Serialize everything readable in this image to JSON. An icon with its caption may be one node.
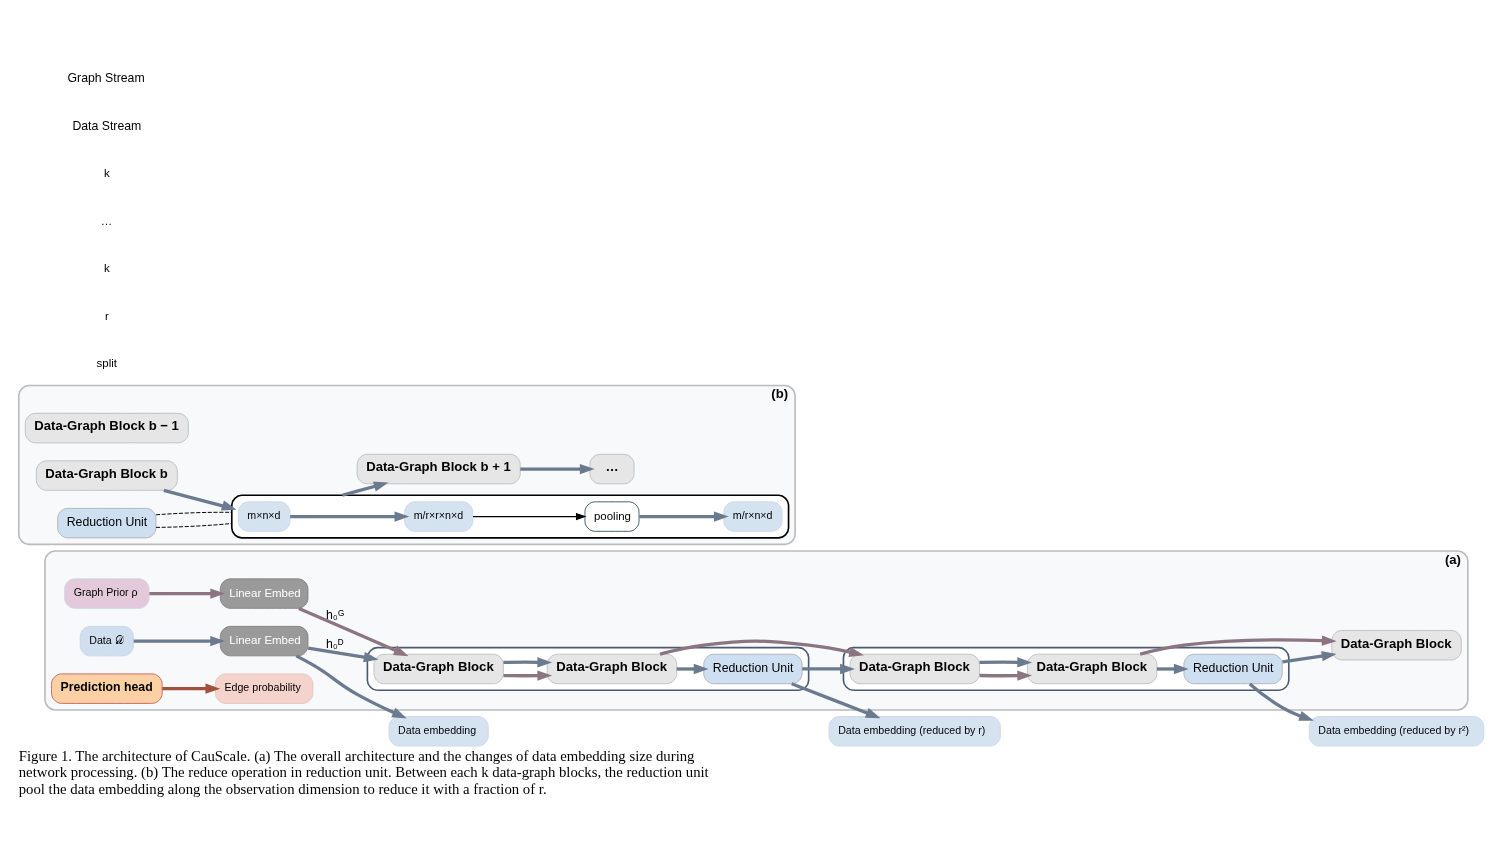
{
  "diagram": {
    "caption": "Figure 1. The architecture of CauScale. (a) The overall architecture and the changes of data embedding size during network processing. (b) The reduce operation in reduction unit. Between each k data-graph blocks, the reduction unit pool the data embedding along the observation dimension to reduce it with a fraction of r.",
    "nodes": [
      {
        "text": [
          "(a)"
        ]
      },
      {
        "text": [
          "Graph Prior ρ"
        ],
        "in": 0
      },
      {
        "text": [
          "Data 𝒟"
        ],
        "in": 0
      },
      {
        "text": [
          "Linear Embed"
        ],
        "in": 0
      },
      {
        "text": [
          "Linear Embed"
        ],
        "in": 0
      },
      {
        "text": [],
        "shape": "box",
        "in": 0
      },
      {
        "text": [
          "Data-Graph Block"
        ],
        "in": 5
      },
      {
        "text": [
          "Data-Graph Block"
        ],
        "in": 5
      },
      {
        "text": [
          "Reduction Unit"
        ],
        "in": 5
      },
      {
        "text": [],
        "shape": "box",
        "in": 0
      },
      {
        "text": [
          "Data-Graph Block"
        ],
        "in": 9
      },
      {
        "text": [
          "Data-Graph Block"
        ],
        "in": 9
      },
      {
        "text": [
          "Reduction Unit"
        ],
        "in": 9
      },
      {
        "text": [
          "Data-Graph Block"
        ],
        "in": 0
      },
      {
        "text": [
          "Prediction head"
        ],
        "in": 0
      },
      {
        "text": [
          "Edge probability"
        ],
        "in": 0
      },
      {
        "text": [
          "Data embedding"
        ]
      },
      {
        "text": [
          "Data embedding (reduced by r)"
        ]
      },
      {
        "text": [
          "Data embedding (reduced by r²)"
        ]
      },
      {
        "text": [
          "(b)"
        ]
      },
      {
        "text": [
          "Data-Graph Block b − 1"
        ],
        "in": 19
      },
      {
        "text": [
          "Data-Graph Block b"
        ],
        "in": 19
      },
      {
        "text": [
          "Reduction Unit"
        ],
        "in": 19
      },
      {
        "text": [],
        "shape": "box",
        "in": 19
      },
      {
        "text": [
          "m×n×d"
        ],
        "in": 23
      },
      {
        "text": [
          "m/r×r×n×d"
        ],
        "in": 23
      },
      {
        "text": [
          "pooling"
        ],
        "in": 23
      },
      {
        "text": [
          "m/r×n×d"
        ],
        "in": 23
      },
      {
        "text": [
          "Data-Graph Block b + 1"
        ],
        "in": 19
      },
      {
        "text": [
          "…"
        ],
        "in": 19
      }
    ],
    "edges": [
      {
        "from": 1,
        "to": 3,
        "arrow": "to",
        "color": "#8b7580"
      },
      {
        "from": 3,
        "to": 6,
        "arrow": "to",
        "label": "h₀ᴳ",
        "color": "#8b7580"
      },
      {
        "from": 2,
        "to": 4,
        "arrow": "to"
      },
      {
        "from": 4,
        "to": 6,
        "arrow": "to",
        "label": "h₀ᴰ"
      },
      {
        "from": 6,
        "to": 7,
        "arrow": "to",
        "color": "#8b7580"
      },
      {
        "from": 6,
        "to": 7,
        "arrow": "to"
      },
      {
        "from": 7,
        "to": 10,
        "arrow": "to",
        "color": "#8b7580"
      },
      {
        "from": 7,
        "to": 8,
        "arrow": "to"
      },
      {
        "from": 8,
        "to": 10,
        "arrow": "to"
      },
      {
        "from": 10,
        "to": 11,
        "arrow": "to",
        "color": "#8b7580"
      },
      {
        "from": 10,
        "to": 11,
        "arrow": "to"
      },
      {
        "from": 11,
        "to": 13,
        "arrow": "to",
        "color": "#8b7580"
      },
      {
        "from": 11,
        "to": 12,
        "arrow": "to"
      },
      {
        "from": 12,
        "to": 13,
        "arrow": "to"
      },
      {
        "from": 14,
        "to": 15,
        "arrow": "to",
        "color": "#a0523d"
      },
      {
        "from": 4,
        "to": 16,
        "arrow": "to"
      },
      {
        "from": 8,
        "to": 17,
        "arrow": "to"
      },
      {
        "from": 12,
        "to": 18,
        "arrow": "to"
      },
      {
        "from": 22,
        "to": 23,
        "arrow": "none",
        "style": "dashed",
        "color": "#000000"
      },
      {
        "from": 22,
        "to": 23,
        "arrow": "none",
        "style": "dashed",
        "color": "#000000"
      },
      {
        "from": 21,
        "to": 23,
        "arrow": "to"
      },
      {
        "from": 24,
        "to": 25,
        "arrow": "to"
      },
      {
        "from": 25,
        "to": 26,
        "arrow": "to",
        "color": "#000000"
      },
      {
        "from": 26,
        "to": 27,
        "arrow": "to"
      },
      {
        "from": 23,
        "to": 28,
        "arrow": "to"
      },
      {
        "from": 28,
        "to": 29,
        "arrow": "to"
      }
    ],
    "labels": [
      "k",
      "…",
      "k",
      "r",
      "split"
    ],
    "legend": [
      {
        "text": "Graph Stream"
      },
      {
        "text": "Data Stream"
      }
    ]
  }
}
